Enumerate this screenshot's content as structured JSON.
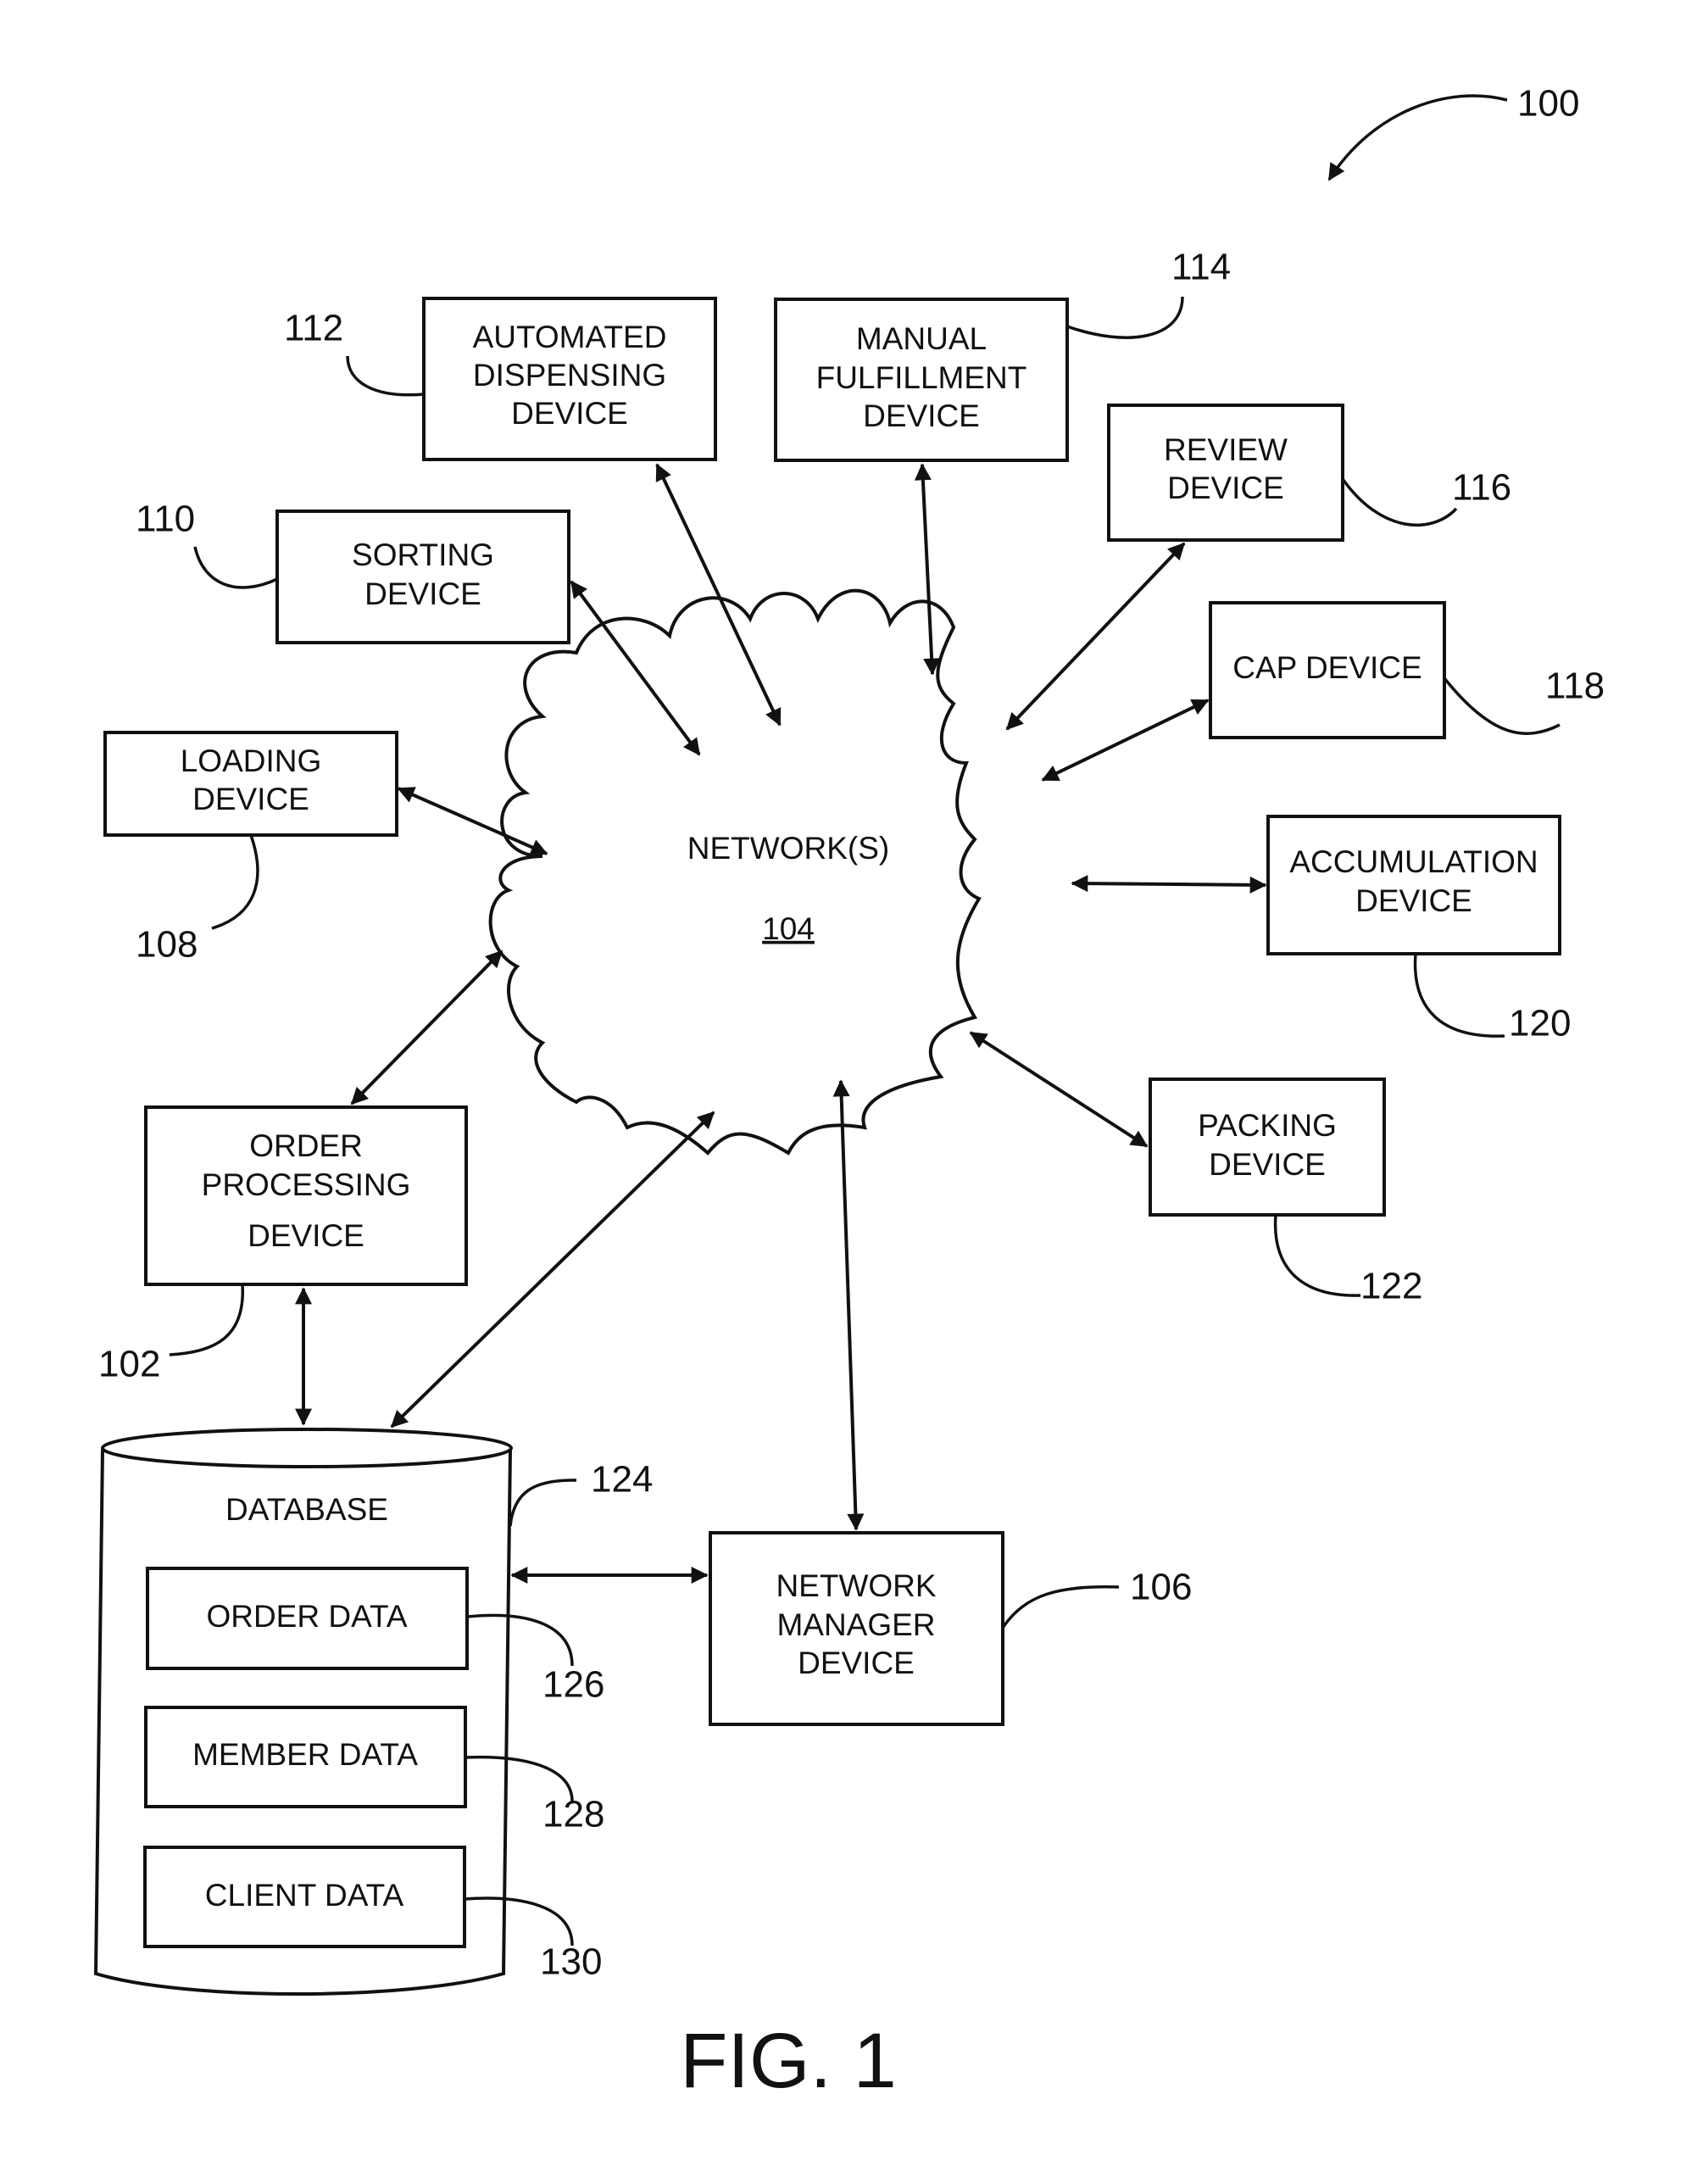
{
  "figure": {
    "ref": "100",
    "caption": "FIG. 1"
  },
  "network": {
    "label": "NETWORK(S)",
    "ref": "104"
  },
  "devices": {
    "order_processing": {
      "lines": [
        "ORDER",
        "PROCESSING",
        "DEVICE"
      ],
      "ref": "102"
    },
    "network_manager": {
      "lines": [
        "NETWORK",
        "MANAGER",
        "DEVICE"
      ],
      "ref": "106"
    },
    "loading": {
      "lines": [
        "LOADING",
        "DEVICE"
      ],
      "ref": "108"
    },
    "sorting": {
      "lines": [
        "SORTING",
        "DEVICE"
      ],
      "ref": "110"
    },
    "automated_dispensing": {
      "lines": [
        "AUTOMATED",
        "DISPENSING",
        "DEVICE"
      ],
      "ref": "112"
    },
    "manual_fulfillment": {
      "lines": [
        "MANUAL",
        "FULFILLMENT",
        "DEVICE"
      ],
      "ref": "114"
    },
    "review": {
      "lines": [
        "REVIEW",
        "DEVICE"
      ],
      "ref": "116"
    },
    "cap": {
      "lines": [
        "CAP DEVICE"
      ],
      "ref": "118"
    },
    "accumulation": {
      "lines": [
        "ACCUMULATION",
        "DEVICE"
      ],
      "ref": "120"
    },
    "packing": {
      "lines": [
        "PACKING",
        "DEVICE"
      ],
      "ref": "122"
    }
  },
  "database": {
    "label": "DATABASE",
    "ref": "124",
    "items": {
      "order_data": {
        "label": "ORDER DATA",
        "ref": "126"
      },
      "member_data": {
        "label": "MEMBER DATA",
        "ref": "128"
      },
      "client_data": {
        "label": "CLIENT DATA",
        "ref": "130"
      }
    }
  }
}
